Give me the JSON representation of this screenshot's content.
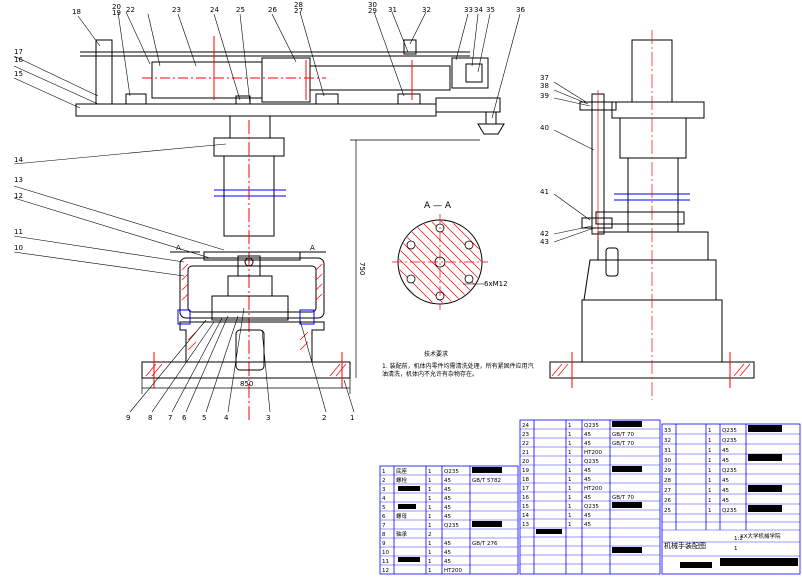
{
  "callouts_top": [
    {
      "id": "c18",
      "text": "18"
    },
    {
      "id": "c20",
      "text": "20"
    },
    {
      "id": "c19",
      "text": "19"
    },
    {
      "id": "c22",
      "text": "22"
    },
    {
      "id": "c23",
      "text": "23"
    },
    {
      "id": "c24",
      "text": "24"
    },
    {
      "id": "c25",
      "text": "25"
    },
    {
      "id": "c26",
      "text": "26"
    },
    {
      "id": "c28",
      "text": "28"
    },
    {
      "id": "c27",
      "text": "27"
    },
    {
      "id": "c30",
      "text": "30"
    },
    {
      "id": "c29",
      "text": "29"
    },
    {
      "id": "c31",
      "text": "31"
    },
    {
      "id": "c32",
      "text": "32"
    },
    {
      "id": "c33",
      "text": "33"
    },
    {
      "id": "c34",
      "text": "34"
    },
    {
      "id": "c35",
      "text": "35"
    },
    {
      "id": "c36",
      "text": "36"
    }
  ],
  "callouts_left": [
    {
      "id": "c17",
      "text": "17"
    },
    {
      "id": "c16",
      "text": "16"
    },
    {
      "id": "c15",
      "text": "15"
    },
    {
      "id": "c14",
      "text": "14"
    },
    {
      "id": "c13",
      "text": "13"
    },
    {
      "id": "c12",
      "text": "12"
    },
    {
      "id": "c11",
      "text": "11"
    },
    {
      "id": "c10",
      "text": "10"
    }
  ],
  "callouts_bottom": [
    {
      "id": "c9",
      "text": "9"
    },
    {
      "id": "c8",
      "text": "8"
    },
    {
      "id": "c7",
      "text": "7"
    },
    {
      "id": "c6",
      "text": "6"
    },
    {
      "id": "c5",
      "text": "5"
    },
    {
      "id": "c4",
      "text": "4"
    },
    {
      "id": "c3",
      "text": "3"
    },
    {
      "id": "c2",
      "text": "2"
    },
    {
      "id": "c1",
      "text": "1"
    }
  ],
  "callouts_side": [
    {
      "id": "c37",
      "text": "37"
    },
    {
      "id": "c38",
      "text": "38"
    },
    {
      "id": "c39",
      "text": "39"
    },
    {
      "id": "c40",
      "text": "40"
    },
    {
      "id": "c41",
      "text": "41"
    },
    {
      "id": "c42",
      "text": "42"
    },
    {
      "id": "c43",
      "text": "43"
    }
  ],
  "section_label": "A — A",
  "section_marker": "A",
  "hole_spec": "6xM12",
  "dim_height": "750",
  "dim_base": "850",
  "notes": {
    "title": "技术要求",
    "line1": "1. 装配前，机体内零件均需清洗处理，所有紧固件应用汽",
    "line2": "油清洗，机体内不允许有杂物存在。"
  },
  "bom": {
    "left_rows": [
      {
        "no": "1",
        "name": "底座",
        "qty": "1",
        "mat": "Q235"
      },
      {
        "no": "2",
        "name": "螺栓",
        "qty": "1",
        "mat": "45",
        "std": "GB/T 5782"
      },
      {
        "no": "3",
        "name": "",
        "qty": "1",
        "mat": "45"
      },
      {
        "no": "4",
        "name": "",
        "qty": "1",
        "mat": "45"
      },
      {
        "no": "5",
        "name": "",
        "qty": "1",
        "mat": "45"
      },
      {
        "no": "6",
        "name": "螺母",
        "qty": "1",
        "mat": "45"
      },
      {
        "no": "7",
        "name": "",
        "qty": "1",
        "mat": "Q235"
      },
      {
        "no": "8",
        "name": "轴承",
        "qty": "2",
        "mat": ""
      },
      {
        "no": "9",
        "name": "",
        "qty": "1",
        "mat": "45",
        "std": "GB/T 276"
      },
      {
        "no": "10",
        "name": "",
        "qty": "1",
        "mat": "45"
      },
      {
        "no": "11",
        "name": "",
        "qty": "1",
        "mat": "45"
      },
      {
        "no": "12",
        "name": "",
        "qty": "1",
        "mat": "HT200"
      }
    ],
    "mid_rows": [
      {
        "no": "24",
        "name": "",
        "qty": "1",
        "mat": "Q235"
      },
      {
        "no": "23",
        "name": "",
        "qty": "1",
        "mat": "45",
        "std": "GB/T 70"
      },
      {
        "no": "22",
        "name": "",
        "qty": "1",
        "mat": "45",
        "std": "GB/T 70"
      },
      {
        "no": "21",
        "name": "",
        "qty": "1",
        "mat": "HT200"
      },
      {
        "no": "20",
        "name": "",
        "qty": "1",
        "mat": "Q235"
      },
      {
        "no": "19",
        "name": "",
        "qty": "1",
        "mat": "45"
      },
      {
        "no": "18",
        "name": "",
        "qty": "1",
        "mat": "45"
      },
      {
        "no": "17",
        "name": "",
        "qty": "1",
        "mat": "HT200"
      },
      {
        "no": "16",
        "name": "",
        "qty": "1",
        "mat": "45",
        "std": "GB/T 70"
      },
      {
        "no": "15",
        "name": "",
        "qty": "1",
        "mat": "Q235"
      },
      {
        "no": "14",
        "name": "",
        "qty": "1",
        "mat": "45"
      },
      {
        "no": "13",
        "name": "",
        "qty": "1",
        "mat": "45"
      }
    ],
    "right_rows": [
      {
        "no": "33",
        "name": "",
        "qty": "1",
        "mat": "Q235"
      },
      {
        "no": "32",
        "name": "",
        "qty": "1",
        "mat": "Q235"
      },
      {
        "no": "31",
        "name": "",
        "qty": "1",
        "mat": "45"
      },
      {
        "no": "30",
        "name": "",
        "qty": "1",
        "mat": "45"
      },
      {
        "no": "29",
        "name": "",
        "qty": "1",
        "mat": "Q235"
      },
      {
        "no": "28",
        "name": "",
        "qty": "1",
        "mat": "45"
      },
      {
        "no": "27",
        "name": "",
        "qty": "1",
        "mat": "45"
      },
      {
        "no": "26",
        "name": "",
        "qty": "1",
        "mat": "45"
      },
      {
        "no": "25",
        "name": "",
        "qty": "1",
        "mat": "Q235"
      }
    ],
    "title_block": {
      "drawing_title": "机械手装配图",
      "scale": "1:2",
      "sheet": "1",
      "school": "XX大学机械学院"
    }
  },
  "colors": {
    "line": "#000000",
    "hatch": "#ff0000",
    "center": "#ff0000",
    "frame": "#0000ff",
    "dim": "#00008b"
  }
}
